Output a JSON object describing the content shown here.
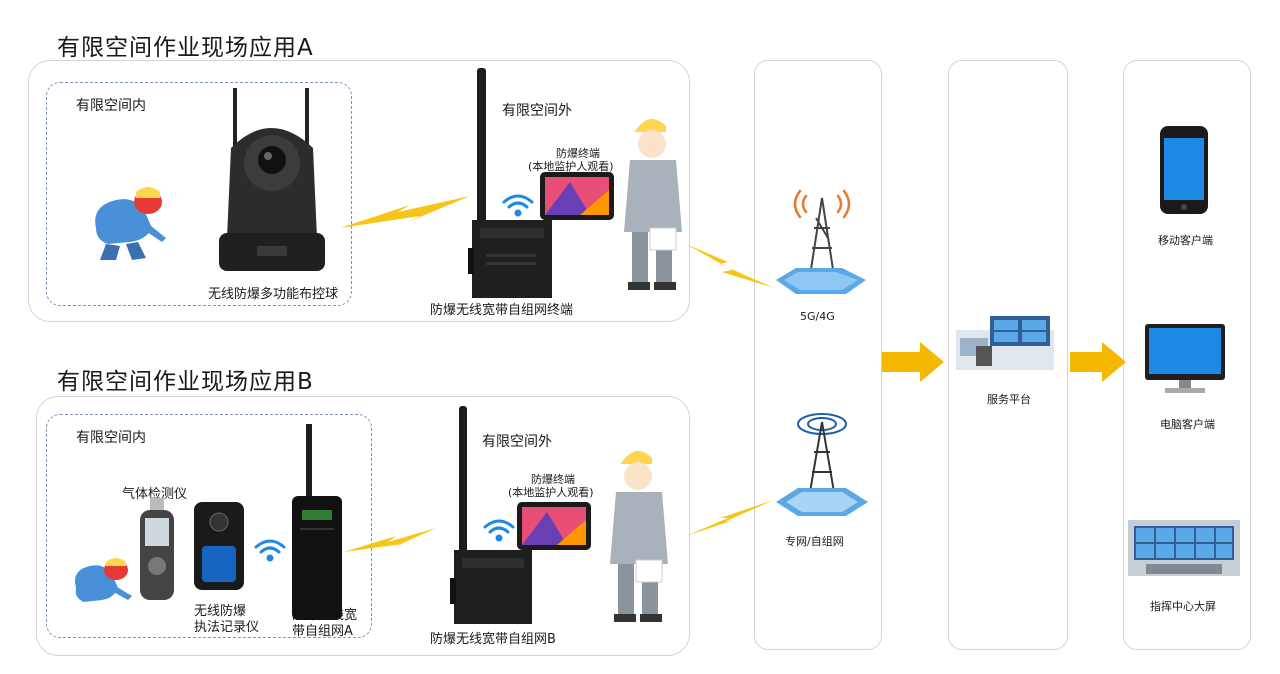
{
  "scenarioA": {
    "title": "有限空间作业现场应用A",
    "inside": "有限空间内",
    "outside": "有限空间外",
    "terminal_label_1": "防爆终端",
    "terminal_label_2": "(本地监护人观看)",
    "ptz_label": "无线防爆多功能布控球",
    "network_label": "防爆无线宽带自组网终端"
  },
  "scenarioB": {
    "title": "有限空间作业现场应用B",
    "inside": "有限空间内",
    "outside": "有限空间外",
    "gas_label": "气体检测仪",
    "recorder_label_1": "无线防爆",
    "recorder_label_2": "执法记录仪",
    "radio_label_1": "防爆无线宽",
    "radio_label_2": "带自组网A",
    "terminal_label_1": "防爆终端",
    "terminal_label_2": "(本地监护人观看)",
    "network_label": "防爆无线宽带自组网B"
  },
  "network": {
    "cellular_label": "5G/4G",
    "private_label": "专网/自组网"
  },
  "platform": {
    "label": "服务平台"
  },
  "clients": {
    "mobile_label": "移动客户端",
    "pc_label": "电脑客户端",
    "wall_label": "指挥中心大屏"
  },
  "colors": {
    "bolt": "#f5c518",
    "arrow": "#f5b800",
    "tower_glow": "#e8782a",
    "hex_tile": "#5aa8e8",
    "screen_blue": "#1e88e5"
  }
}
